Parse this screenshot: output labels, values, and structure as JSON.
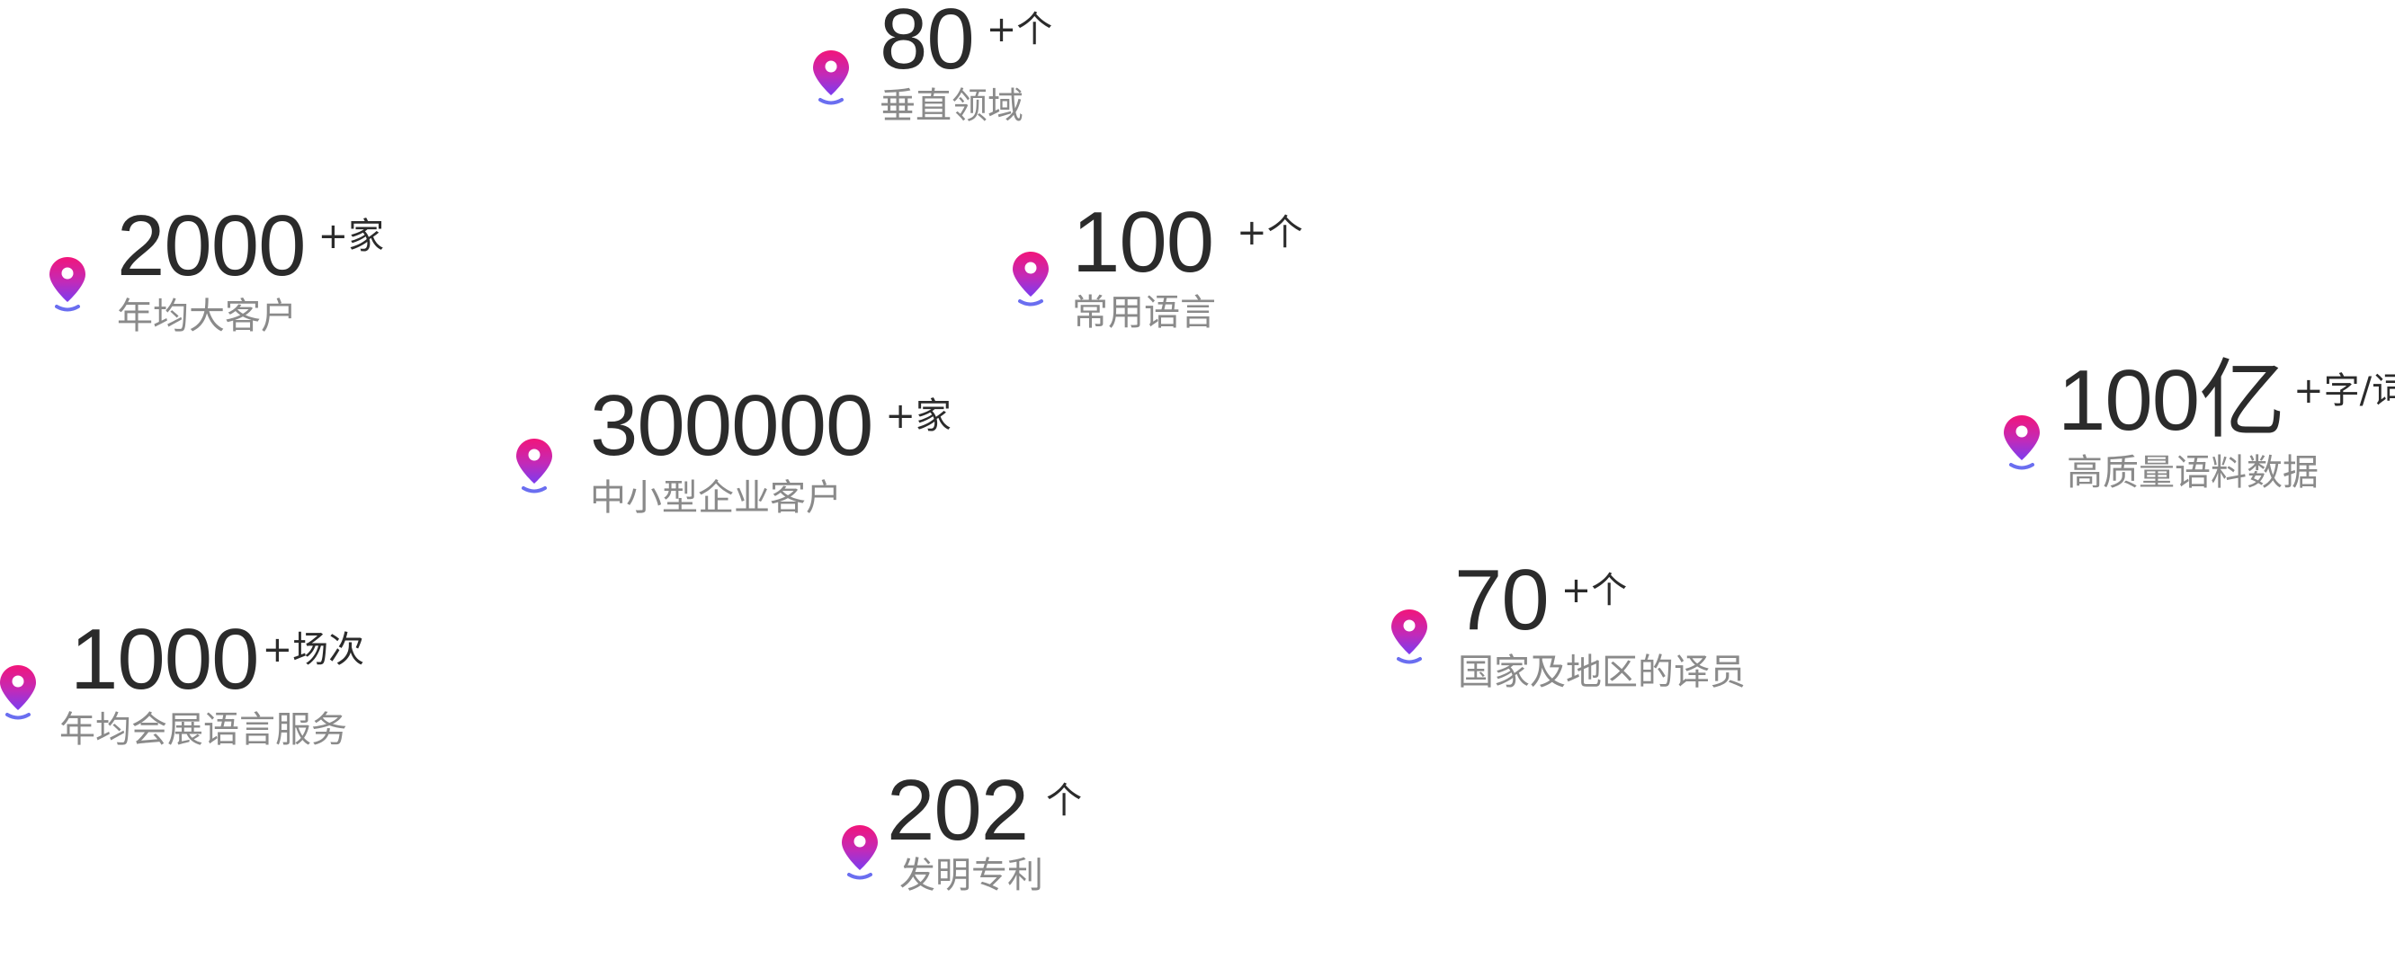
{
  "stats": [
    {
      "number": "80",
      "unit": "+个",
      "label": "垂直领域"
    },
    {
      "number": "2000",
      "unit": "+家",
      "label": "年均大客户"
    },
    {
      "number": "100",
      "unit": "+个",
      "label": "常用语言"
    },
    {
      "number": "300000",
      "unit": "+家",
      "label": "中小型企业客户"
    },
    {
      "number": "100亿",
      "unit": "+字/词",
      "label": "高质量语料数据"
    },
    {
      "number": "70",
      "unit": "+个",
      "label": "国家及地区的译员"
    },
    {
      "number": "1000",
      "unit": "+场次",
      "label": "年均会展语言服务"
    },
    {
      "number": "202",
      "unit": "个",
      "label": "发明专利"
    }
  ],
  "colors": {
    "number": "#2b2b2b",
    "label": "#8a8a8a",
    "pin_gradient_top": "#f0197d",
    "pin_gradient_bottom": "#7b3cf0",
    "pin_base": "#6a6ef0"
  },
  "icon": "location-pin-icon"
}
